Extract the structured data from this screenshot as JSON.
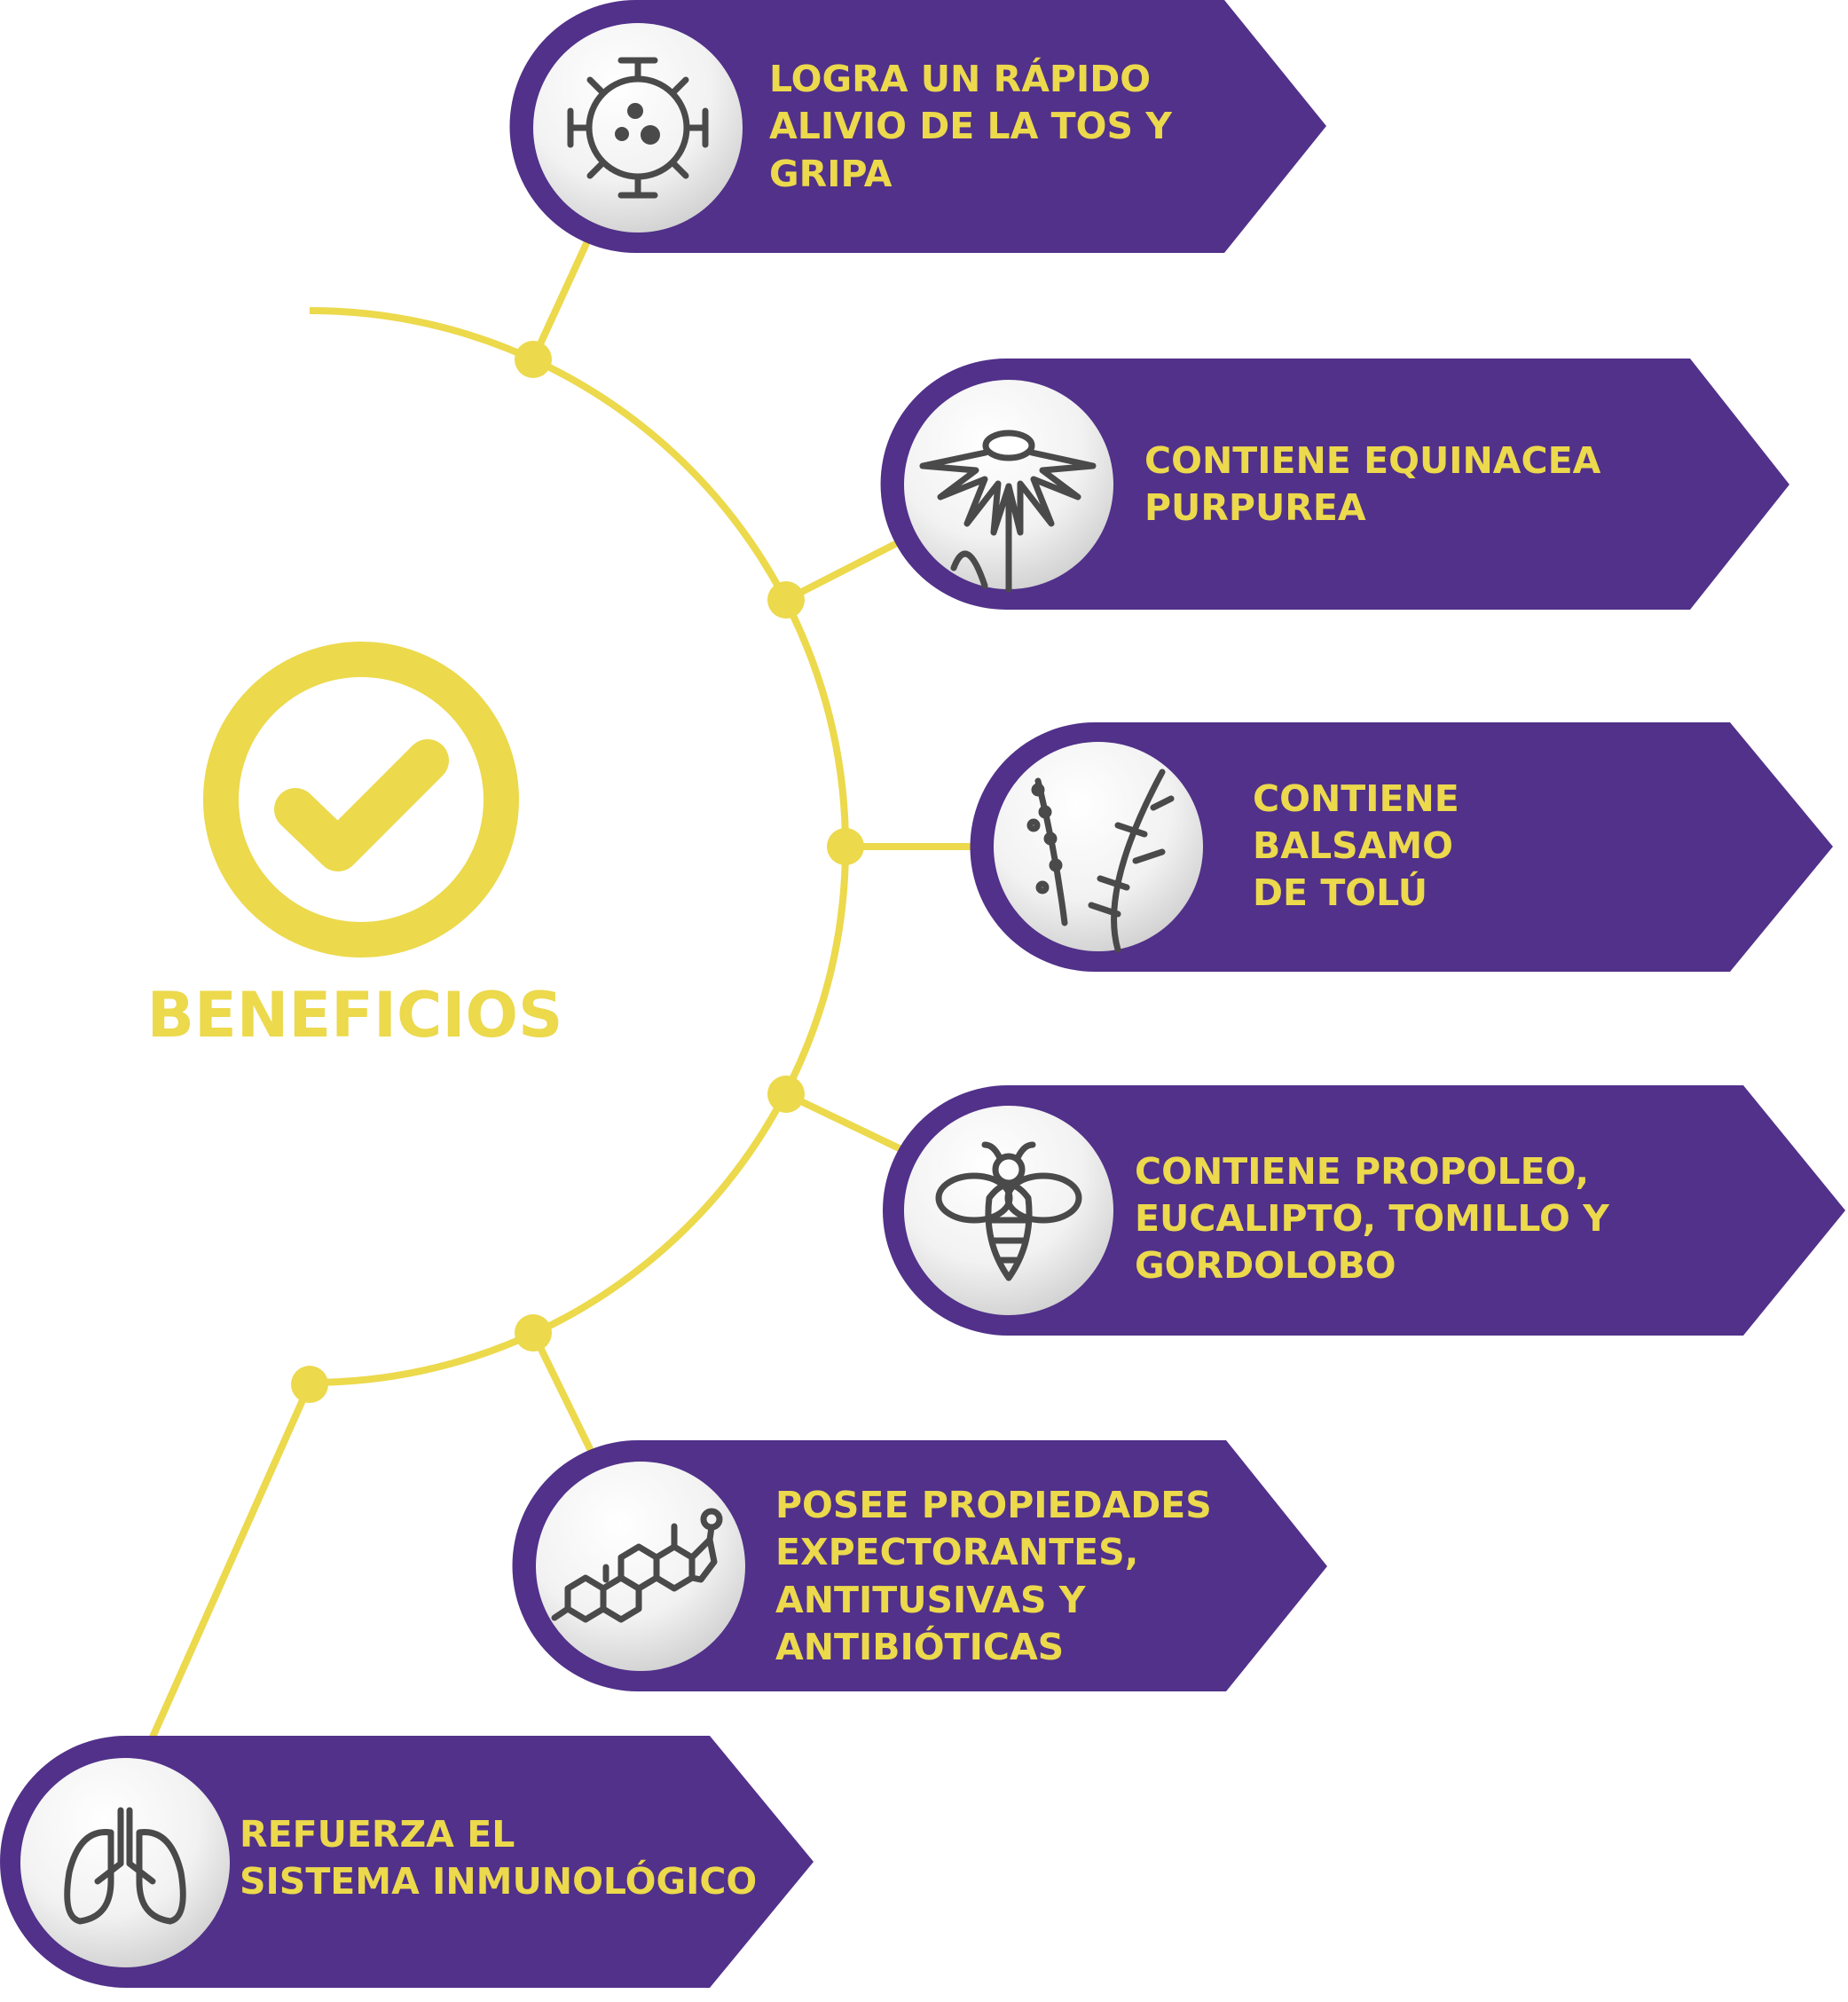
{
  "title": "BENEFICIOS",
  "colors": {
    "purple": "#51318a",
    "yellow": "#ecd94c",
    "icon": "#4a4a4a"
  },
  "benefits": [
    {
      "icon": "virus-icon",
      "lines": [
        "LOGRA UN RÁPIDO",
        "ALIVIO DE LA TOS Y",
        "GRIPA"
      ]
    },
    {
      "icon": "echinacea-flower-icon",
      "lines": [
        "CONTIENE EQUINACEA",
        "PURPUREA"
      ]
    },
    {
      "icon": "tolu-balsam-plant-icon",
      "lines": [
        "CONTIENE",
        "BALSAMO",
        "DE TOLÚ"
      ]
    },
    {
      "icon": "bee-icon",
      "lines": [
        "CONTIENE PROPOLEO,",
        "EUCALIPTO, TOMILLO Y",
        "GORDOLOBO"
      ]
    },
    {
      "icon": "molecule-icon",
      "lines": [
        "POSEE PROPIEDADES",
        "EXPECTORANTES,",
        "ANTITUSIVAS Y",
        "ANTIBIÓTICAS"
      ]
    },
    {
      "icon": "lungs-icon",
      "lines": [
        "REFUERZA EL",
        "SISTEMA INMUNOLÓGICO"
      ]
    }
  ]
}
